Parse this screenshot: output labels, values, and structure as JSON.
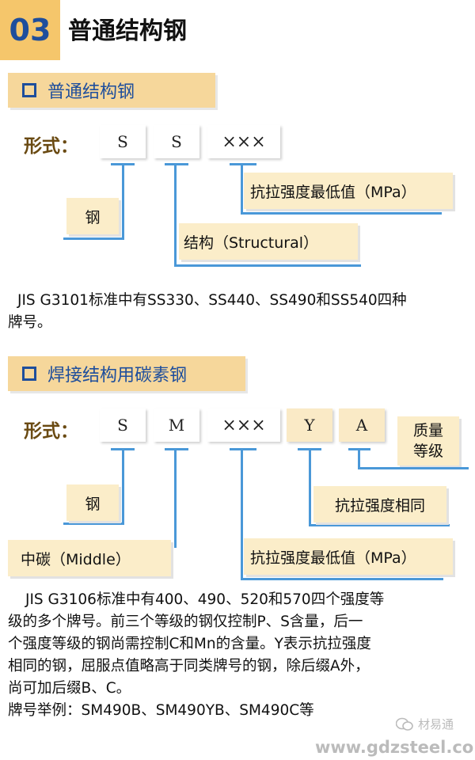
{
  "header": {
    "number": "03",
    "title": "普通结构钢"
  },
  "section1": {
    "title": "普通结构钢",
    "form_label": "形式：",
    "boxes": [
      "S",
      "S",
      "×××"
    ],
    "labels": {
      "steel": "钢",
      "structural": "结构（Structural）",
      "min_strength": "抗拉强度最低值（MPa）"
    },
    "paragraph": [
      "JIS G3101标准中有SS330、SS440、SS490和SS540四种",
      "牌号。"
    ]
  },
  "section2": {
    "title": "焊接结构用碳素钢",
    "form_label": "形式：",
    "boxes": [
      "S",
      "M",
      "×××",
      "Y",
      "A"
    ],
    "labels": {
      "steel": "钢",
      "middle": "中碳（Middle）",
      "min_strength": "抗拉强度最低值（MPa）",
      "same_strength": "抗拉强度相同",
      "quality_1": "质量",
      "quality_2": "等级"
    },
    "paragraph": [
      "JIS G3106标准中有400、490、520和570四个强度等",
      "级的多个牌号。前三个等级的钢仅控制P、S含量，后一",
      "个强度等级的钢尚需控制C和Mn的含量。Y表示抗拉强度",
      "相同的钢，屈服点值略高于同类牌号的钢，除后缀A外，",
      "尚可加后缀B、C。",
      "牌号举例：SM490B、SM490YB、SM490C等"
    ]
  },
  "footer": {
    "logo_text": "材易通",
    "url": "www.gdzsteel.com"
  }
}
